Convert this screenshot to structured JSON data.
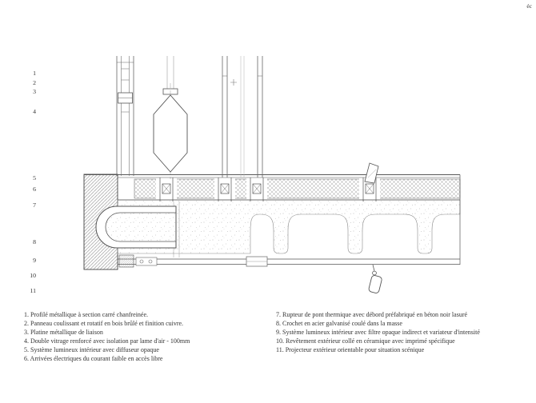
{
  "corner_label": "éc",
  "colors": {
    "background": "#ffffff",
    "ink": "#333333",
    "hatch": "#9a9a9a"
  },
  "callouts": [
    "1",
    "2",
    "3",
    "4",
    "5",
    "6",
    "7",
    "8",
    "9",
    "10",
    "11"
  ],
  "legend_left": [
    "1. Profilé métallique à section carré chanfreinée.",
    "2. Panneau coulissant et rotatif en bois brûlé et finition cuivre.",
    "3. Platine métallique de liaison",
    "4. Double vitrage renforcé avec isolation par lame d'air - 100mm",
    "5. Système lumineux intérieur avec diffuseur opaque",
    "6. Arrivées électriques du courant faible en accès libre"
  ],
  "legend_right": [
    "7. Rupteur de pont thermique avec débord préfabriqué en béton noir lasuré",
    "8. Crochet en acier galvanisé coulé dans la masse",
    "9. Système lumineux intérieur avec filtre opaque indirect et variateur d'intensité",
    "10. Revêtement extérieur collé en céramique avec imprimé spécifique",
    "11. Projecteur extérieur orientable pour situation scénique"
  ]
}
